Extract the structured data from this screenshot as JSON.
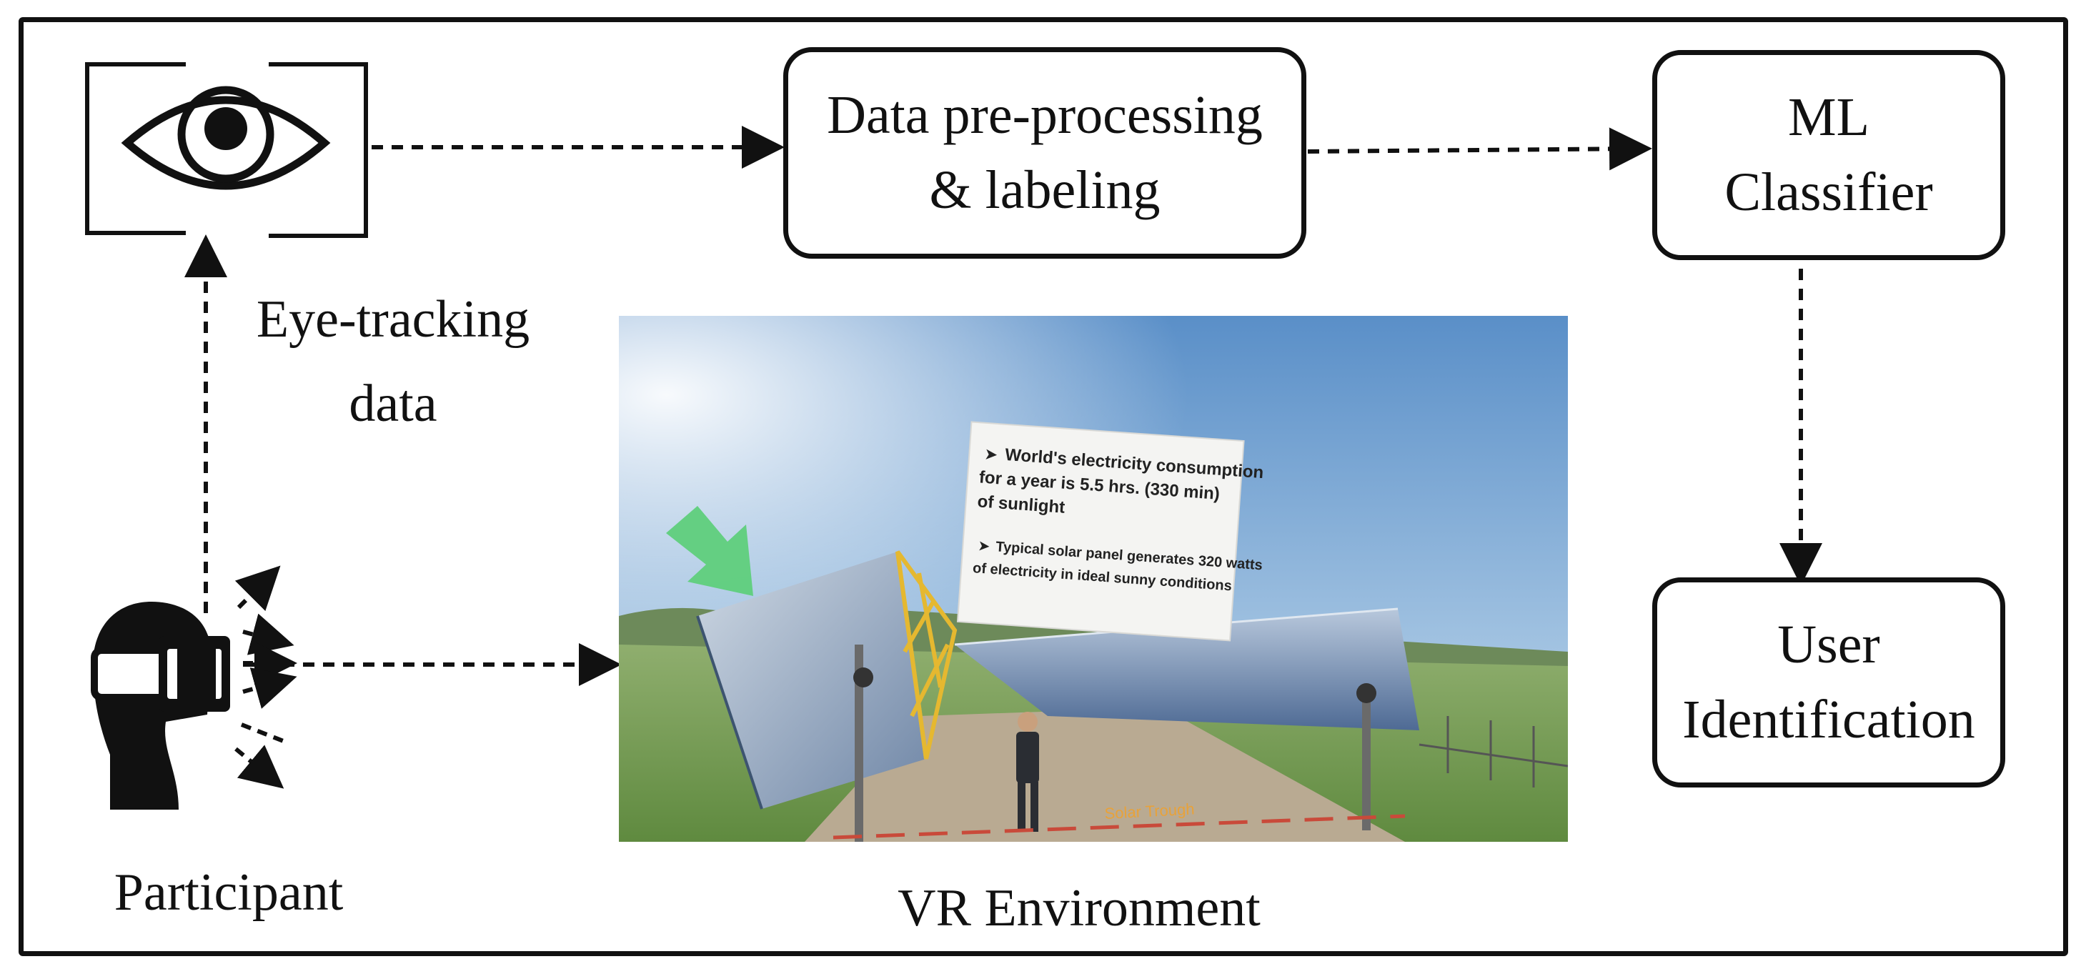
{
  "diagram": {
    "nodes": {
      "eye": {
        "label_line1": "Eye-tracking",
        "label_line2": "data",
        "icon": "eye-icon"
      },
      "preprocess": {
        "line1": "Data pre-processing",
        "line2": "& labeling"
      },
      "classifier": {
        "line1": "ML",
        "line2": "Classifier"
      },
      "identification": {
        "line1": "User",
        "line2": "Identification"
      },
      "participant": {
        "label": "Participant",
        "icon": "vr-headset-person-icon"
      },
      "vr": {
        "label": "VR Environment",
        "sign_bullet1_lines": [
          "World's electricity consumption",
          "for a year is 5.5 hrs. (330 min)",
          "of sunlight"
        ],
        "sign_bullet2_lines": [
          "Typical solar panel generates 320 watts",
          "of electricity in ideal sunny conditions"
        ],
        "ground_text": "Solar Trough"
      }
    },
    "edges": [
      {
        "from": "participant",
        "to": "eye",
        "style": "dashed"
      },
      {
        "from": "eye",
        "to": "preprocess",
        "style": "dashed"
      },
      {
        "from": "preprocess",
        "to": "classifier",
        "style": "dashed"
      },
      {
        "from": "classifier",
        "to": "identification",
        "style": "dashed"
      },
      {
        "from": "participant",
        "to": "vr",
        "style": "dashed"
      }
    ],
    "colors": {
      "stroke": "#111111",
      "arrow_green": "#5fcf7c",
      "frame_yellow": "#e5b830"
    }
  }
}
